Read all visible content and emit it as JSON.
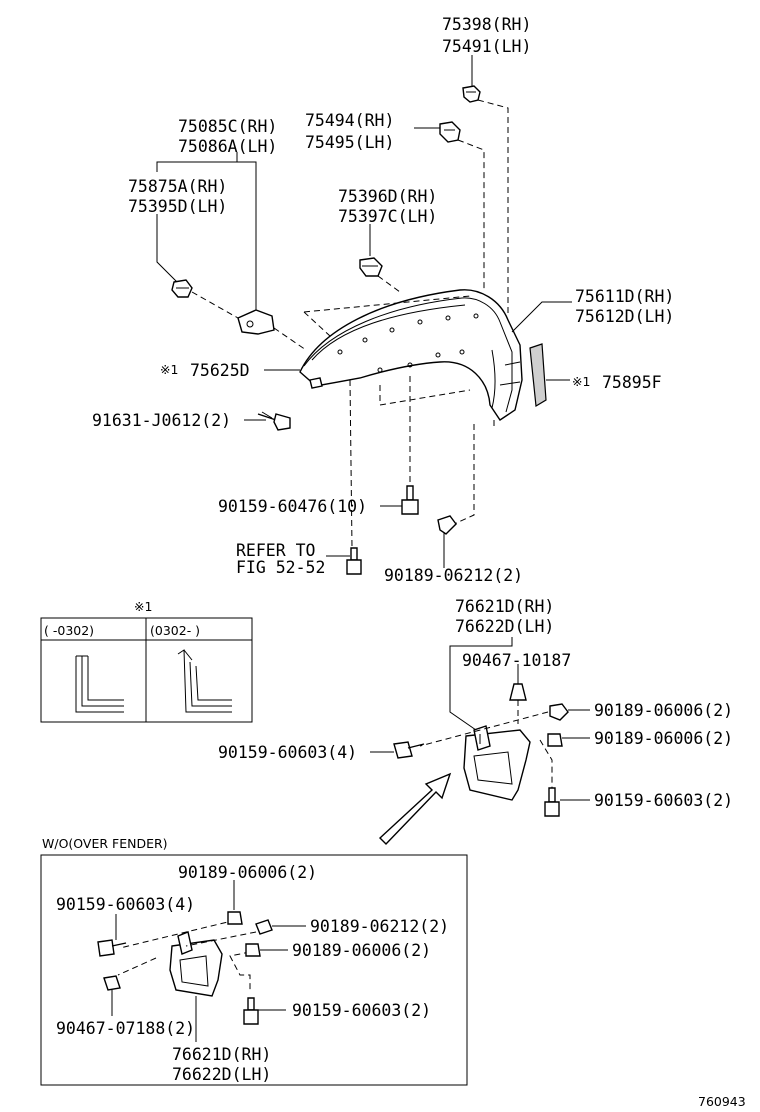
{
  "labels": {
    "l_75398": "75398(RH)",
    "l_75491": "75491(LH)",
    "l_75494": "75494(RH)",
    "l_75495": "75495(LH)",
    "l_75085c": "75085C(RH)",
    "l_75086a": "75086A(LH)",
    "l_75875a": "75875A(RH)",
    "l_75395d": "75395D(LH)",
    "l_75396d": "75396D(RH)",
    "l_75397c": "75397C(LH)",
    "l_75611d": "75611D(RH)",
    "l_75612d": "75612D(LH)",
    "l_75625d": "75625D",
    "l_75625d_mark": "※1",
    "l_75895f": "75895F",
    "l_75895f_mark": "※1",
    "l_91631": "91631-J0612(2)",
    "l_90159_60476": "90159-60476(10)",
    "l_refer1": "REFER TO",
    "l_refer2": "FIG 52-52",
    "l_90189_06212": "90189-06212(2)",
    "l_76621d": "76621D(RH)",
    "l_76622d": "76622D(LH)",
    "l_90467_10187": "90467-10187",
    "l_90189_06006_a": "90189-06006(2)",
    "l_90189_06006_b": "90189-06006(2)",
    "l_90159_60603_4": "90159-60603(4)",
    "l_90159_60603_2": "90159-60603(2)",
    "l_box_c1": "(   -0302)",
    "l_box_c2": "(0302-   )",
    "l_inset_title": "W/O(OVER FENDER)",
    "l_in_90189_06006_top": "90189-06006(2)",
    "l_in_90159_60603_4": "90159-60603(4)",
    "l_in_90189_06212": "90189-06212(2)",
    "l_in_90189_06006_mid": "90189-06006(2)",
    "l_in_90467_07188": "90467-07188(2)",
    "l_in_90159_60603_2": "90159-60603(2)",
    "l_in_76621d": "76621D(RH)",
    "l_in_76622d": "76622D(LH)",
    "l_fig": "760943"
  }
}
